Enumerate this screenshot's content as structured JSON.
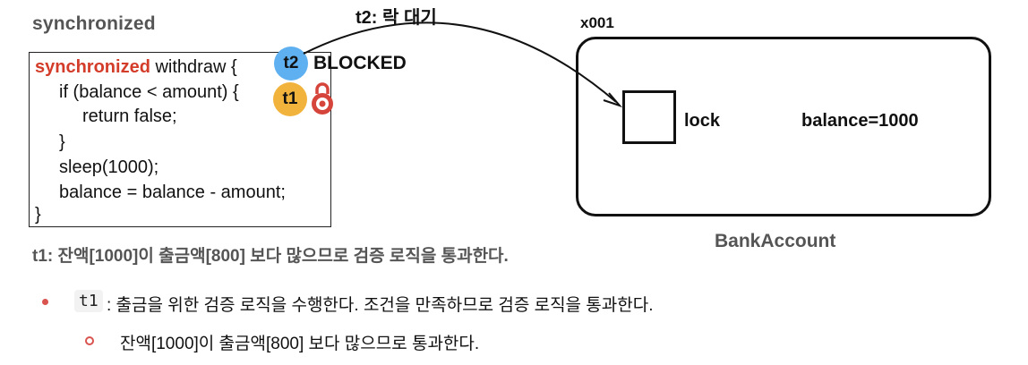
{
  "section_title": "synchronized",
  "code": {
    "keyword": "synchronized",
    "line1_rest": " withdraw {",
    "line2": "if (balance < amount) {",
    "line3": "return false;",
    "line4": "}",
    "line5": "sleep(1000);",
    "line6": "balance = balance - amount;",
    "line7": "}"
  },
  "threads": {
    "t2": {
      "label": "t2",
      "color": "#5fb0f0",
      "state": "BLOCKED"
    },
    "t1": {
      "label": "t1",
      "color": "#f2b33d"
    }
  },
  "lock_icon": {
    "name": "lock-icon",
    "color": "#d6453b"
  },
  "arrow_label": "t2: 락 대기",
  "bank_account": {
    "object_id": "x001",
    "lock_label": "lock",
    "balance_label": "balance=1000",
    "class_name": "BankAccount"
  },
  "caption": "t1: 잔액[1000]이 출금액[800] 보다 많으므로 검증 로직을 통과한다.",
  "bullets": {
    "item1_code": "t1",
    "item1_text": ": 출금을 위한 검증 로직을 수행한다. 조건을 만족하므로 검증 로직을 통과한다.",
    "item2_text": "잔액[1000]이 출금액[800] 보다 많으므로 통과한다."
  }
}
